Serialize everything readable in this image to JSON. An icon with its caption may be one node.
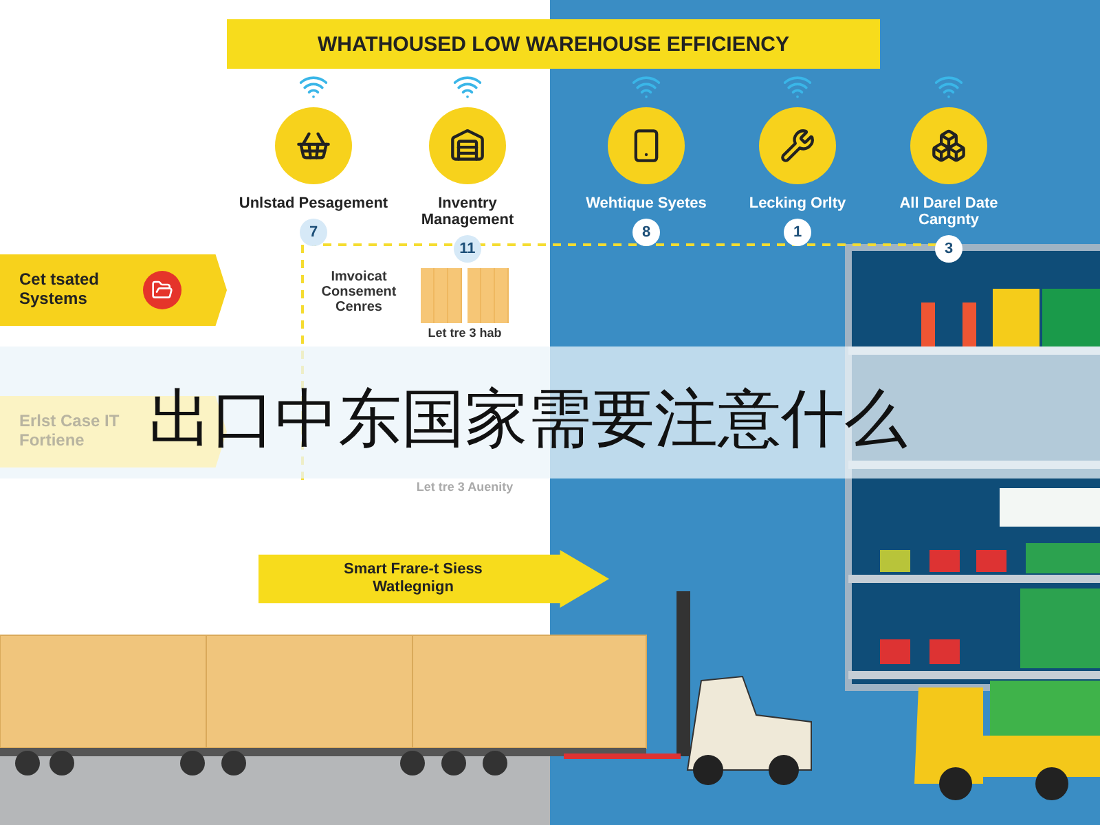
{
  "diagram": {
    "title": "WHATHOUSED LOW WAREHOUSE EFFICIENCY",
    "caption": "出口中东国家需要注意什么",
    "nodes": [
      {
        "text": [
          "Unlstad Pesagement",
          "7"
        ]
      },
      {
        "text": [
          "Inventry Management",
          "11"
        ]
      },
      {
        "text": [
          "Wehtique Syetes",
          "8"
        ]
      },
      {
        "text": [
          "Lecking Orlty",
          "1"
        ]
      },
      {
        "text": [
          "All Darel Date Cangnty",
          "3"
        ]
      },
      {
        "text": [
          "Cet tsated Systems"
        ]
      },
      {
        "text": [
          "Imvoicat Consement Cenres"
        ]
      },
      {
        "text": [
          "Let tre 3 hab"
        ]
      },
      {
        "text": [
          "Erlst Case IT Fortiene"
        ]
      },
      {
        "text": [
          "Let tre 3 Auenity"
        ]
      },
      {
        "text": [
          "Smart Frare-t Siess Watlegnign"
        ]
      }
    ],
    "edges": [
      {
        "from": 0,
        "to": 1,
        "arrow": "none",
        "style": "dashed"
      },
      {
        "from": 1,
        "to": 2,
        "arrow": "none",
        "style": "dashed"
      },
      {
        "from": 2,
        "to": 3,
        "arrow": "none",
        "style": "dashed"
      },
      {
        "from": 3,
        "to": 4,
        "arrow": "none",
        "style": "dashed"
      },
      {
        "from": 0,
        "to": null,
        "arrow": "none",
        "style": "dashed"
      }
    ]
  }
}
